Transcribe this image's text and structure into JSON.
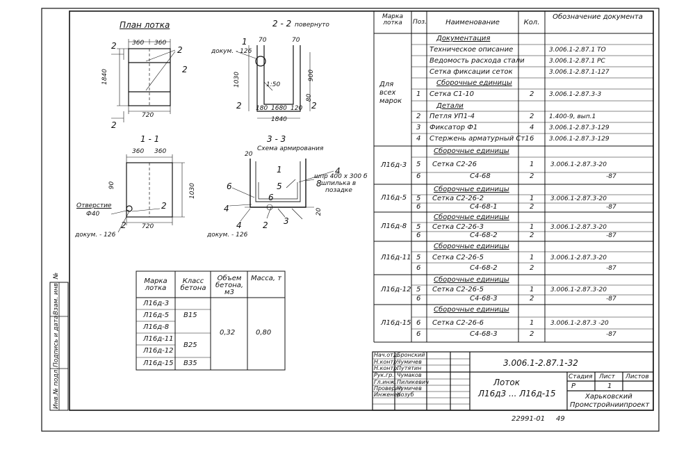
{
  "drawings": {
    "plan": {
      "title": "План лотка",
      "dim_w1": "360",
      "dim_w2": "360",
      "dim_total": "720",
      "dim_h": "1840",
      "cut2_a": "2",
      "cut2_b": "2",
      "callout_a": "2",
      "callout_b": "2"
    },
    "section22": {
      "title": "2 - 2",
      "note": "повернуто",
      "docum": "докум. - 126",
      "d70a": "70",
      "d70b": "70",
      "d1030": "1030",
      "d900": "900",
      "d80": "80",
      "d180": "180",
      "d1680": "1680",
      "d120": "120",
      "d1840": "1840",
      "slope": "1:50",
      "callout1": "1",
      "callout2": "2",
      "callout3": "2"
    },
    "section11": {
      "title": "1 - 1",
      "dim_w1": "360",
      "dim_w2": "360",
      "dim_total": "720",
      "d90": "90",
      "d1030": "1030",
      "hole": "Отверстие",
      "hole_d": "Ф40",
      "docum": "докум. - 126",
      "c2a": "2",
      "c2b": "2"
    },
    "section33": {
      "title": "3 - 3",
      "subtitle": "Схема армирования",
      "d20a": "20",
      "d20b": "20",
      "shp": "шпр 400 x 300 б",
      "shp2": "шпилька в",
      "shp3": "позадке",
      "docum": "докум. - 126",
      "c1": "1",
      "c2": "2",
      "c3": "3",
      "c4a": "4",
      "c4b": "4",
      "c4c": "4",
      "c5": "5",
      "c6a": "6",
      "c6b": "6",
      "c8": "8"
    }
  },
  "mark_table": {
    "headers": [
      "Марка лотка",
      "Класс бетона",
      "Объем бетона, м3",
      "Масса, т"
    ],
    "marks": [
      "Л16д-3",
      "Л16д-5",
      "Л16д-8",
      "Л16д-11",
      "Л16д-12",
      "Л16д-15"
    ],
    "classes": [
      "В15",
      "В25",
      "В35"
    ],
    "volume": "0,32",
    "mass": "0,80"
  },
  "spec": {
    "headers": [
      "Марка лотка",
      "Поз.",
      "Наименование",
      "Кол.",
      "Обозначение документа"
    ],
    "all_marks_label": "Для всех марок",
    "rows": [
      {
        "pos": "",
        "name": "Документация",
        "qty": "",
        "doc": "",
        "u": true
      },
      {
        "pos": "",
        "name": "Техническое описание",
        "qty": "",
        "doc": "3.006.1-2.87.1 ТО"
      },
      {
        "pos": "",
        "name": "Ведомость расхода стали",
        "qty": "",
        "doc": "3.006.1-2.87.1 РС"
      },
      {
        "pos": "",
        "name": "Сетка фиксации сеток",
        "qty": "",
        "doc": "3.006.1-2.87.1-127"
      },
      {
        "pos": "",
        "name": "Сборочные единицы",
        "qty": "",
        "doc": "",
        "u": true
      },
      {
        "pos": "1",
        "name": "Сетка С1-10",
        "qty": "2",
        "doc": "3.006.1-2.87.3-3"
      },
      {
        "pos": "",
        "name": "Детали",
        "qty": "",
        "doc": "",
        "u": true
      },
      {
        "pos": "2",
        "name": "Петля УП1-4",
        "qty": "2",
        "doc": "1.400-9, вып.1"
      },
      {
        "pos": "3",
        "name": "Фиксатор Ф1",
        "qty": "4",
        "doc": "3.006.1-2.87.3-129"
      },
      {
        "pos": "4",
        "name": "Стержень арматурный Ст1",
        "qty": "6",
        "doc": "3.006.1-2.87.3-129"
      }
    ],
    "groups": [
      {
        "mark": "Л16д-3",
        "head": "Сборочные единицы",
        "rows": [
          {
            "pos": "5",
            "name": "Сетка   С2-26",
            "qty": "1",
            "doc": "3.006.1-2.87.3-20"
          },
          {
            "pos": "6",
            "name": "С4-68",
            "qty": "2",
            "doc": "-87"
          }
        ]
      },
      {
        "mark": "Л16д-5",
        "head": "Сборочные единицы",
        "rows": [
          {
            "pos": "5",
            "name": "Сетка   С2-26-2",
            "qty": "1",
            "doc": "3.006.1-2.87.3-20"
          },
          {
            "pos": "6",
            "name": "С4-68-1",
            "qty": "2",
            "doc": "-87"
          }
        ]
      },
      {
        "mark": "Л16д-8",
        "head": "Сборочные единицы",
        "rows": [
          {
            "pos": "5",
            "name": "Сетка   С2-26-3",
            "qty": "1",
            "doc": "3.006.1-2.87.3-20"
          },
          {
            "pos": "6",
            "name": "С4-68-2",
            "qty": "2",
            "doc": "-87"
          }
        ]
      },
      {
        "mark": "Л16д-11",
        "head": "Сборочные единицы",
        "rows": [
          {
            "pos": "5",
            "name": "Сетка   С2-26-5",
            "qty": "1",
            "doc": "3.006.1-2.87.3-20"
          },
          {
            "pos": "6",
            "name": "С4-68-2",
            "qty": "2",
            "doc": "-87"
          }
        ]
      },
      {
        "mark": "Л16д-12",
        "head": "Сборочные единицы",
        "rows": [
          {
            "pos": "5",
            "name": "Сетка   С2-26-5",
            "qty": "1",
            "doc": "3.006.1-2.87.3-20"
          },
          {
            "pos": "6",
            "name": "С4-68-3",
            "qty": "2",
            "doc": "-87"
          }
        ]
      },
      {
        "mark": "Л16д-15",
        "head": "Сборочные единицы",
        "rows": [
          {
            "pos": "6",
            "name": "Сетка   С2-26-6",
            "qty": "1",
            "doc": "3.006.1-2.87.3 -20"
          },
          {
            "pos": "6",
            "name": "С4-68-3",
            "qty": "2",
            "doc": "-87"
          }
        ]
      }
    ]
  },
  "title_block": {
    "code": "3.006.1-2.87.1-32",
    "roles": [
      "Нач.отд.",
      "Н.контр.",
      "Н.контр.",
      "Рук.гр.",
      "Гл.инж.",
      "Проверил",
      "Инженер"
    ],
    "names": [
      "Бронский",
      "Чумичев",
      "Путятин",
      "Чумаков",
      "Пиликевич",
      "Чумичев",
      "Козуб"
    ],
    "title_line1": "Лоток",
    "title_line2": "Л16д3 ... Л16д-15",
    "stage_h": "Стадия",
    "sheet_h": "Лист",
    "sheets_h": "Листов",
    "stage": "Р",
    "sheet": "1",
    "org1": "Харьковский",
    "org2": "Промстройниипроект"
  },
  "side_stamp": [
    "Инв.№ подл.",
    "Подпись и дата",
    "Взам. инв. №"
  ],
  "footer": {
    "number": "22991-01",
    "page": "49"
  }
}
